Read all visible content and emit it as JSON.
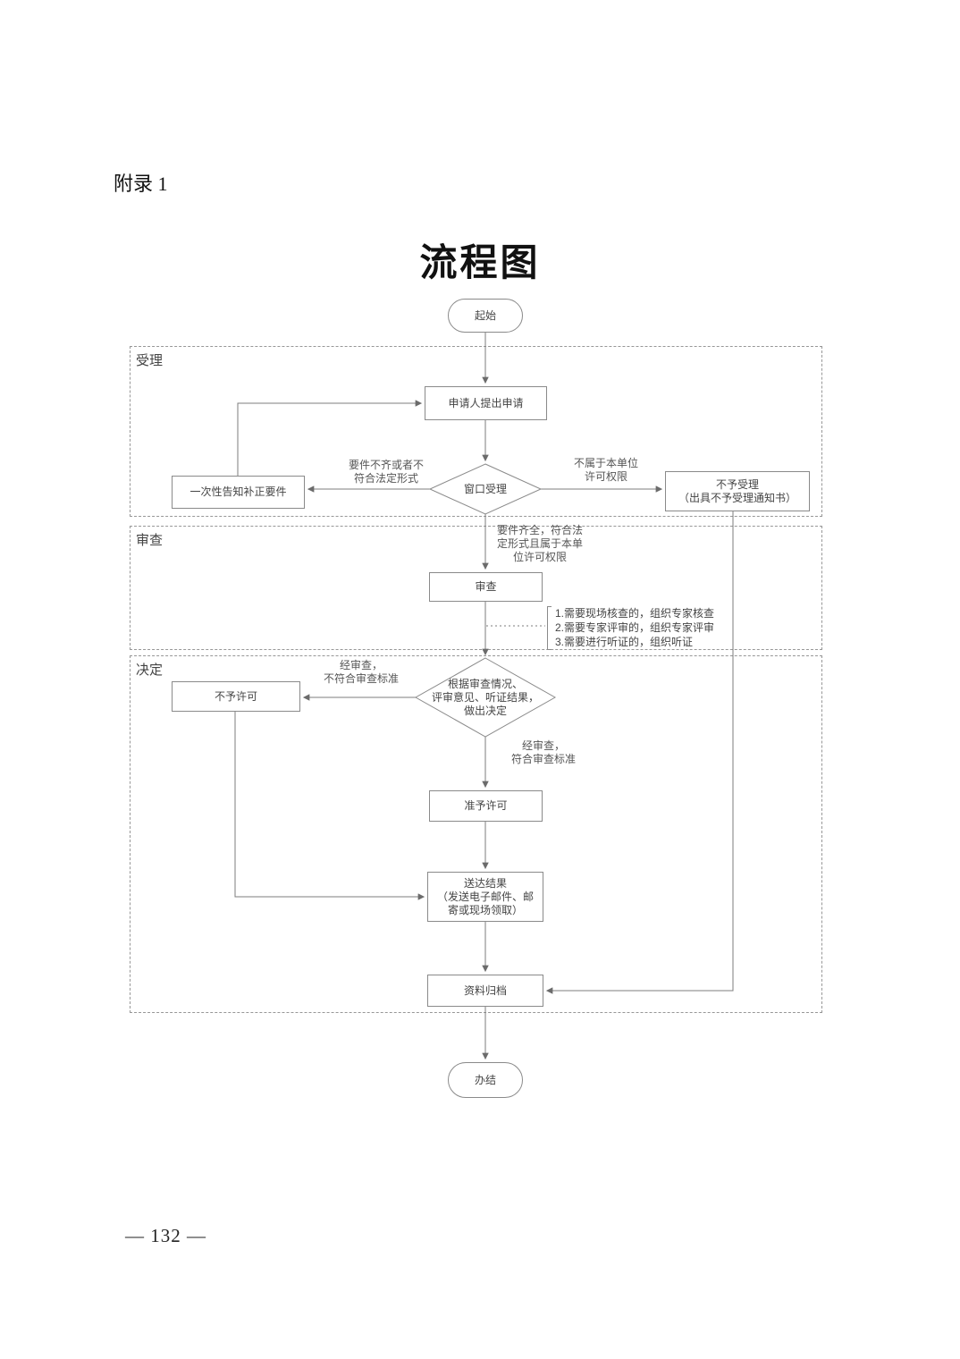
{
  "page": {
    "appendix": "附录 1",
    "title": "流程图",
    "page_number": "— 132 —"
  },
  "sections": [
    {
      "label": "受理"
    },
    {
      "label": "审查"
    },
    {
      "label": "决定"
    }
  ],
  "nodes": {
    "start": {
      "label": "起始"
    },
    "apply": {
      "label": "申请人提出申请"
    },
    "window_accept": {
      "label": "窗口受理"
    },
    "notify_correction": {
      "label": "一次性告知补正要件"
    },
    "reject_acceptance": {
      "label": "不予受理\n（出具不予受理通知书）"
    },
    "review": {
      "label": "审查"
    },
    "make_decision": {
      "label": "根据审查情况、\n评审意见、听证结果，\n做出决定"
    },
    "deny_permit": {
      "label": "不予许可"
    },
    "grant_permit": {
      "label": "准予许可"
    },
    "deliver_result": {
      "label": "送达结果\n（发送电子邮件、邮\n寄或现场领取）"
    },
    "archive": {
      "label": "资料归档"
    },
    "end": {
      "label": "办结"
    }
  },
  "edge_labels": {
    "incomplete": "要件不齐或者不\n符合法定形式",
    "no_authority": "不属于本单位\n许可权限",
    "complete": "要件齐全，符合法\n定形式且属于本单\n位许可权限",
    "fail_review": "经审查，\n不符合审查标准",
    "pass_review": "经审查，\n符合审查标准"
  },
  "note": {
    "review_note": "1.需要现场核查的，组织专家核查\n2.需要专家评审的，组织专家评审\n3.需要进行听证的，组织听证"
  }
}
